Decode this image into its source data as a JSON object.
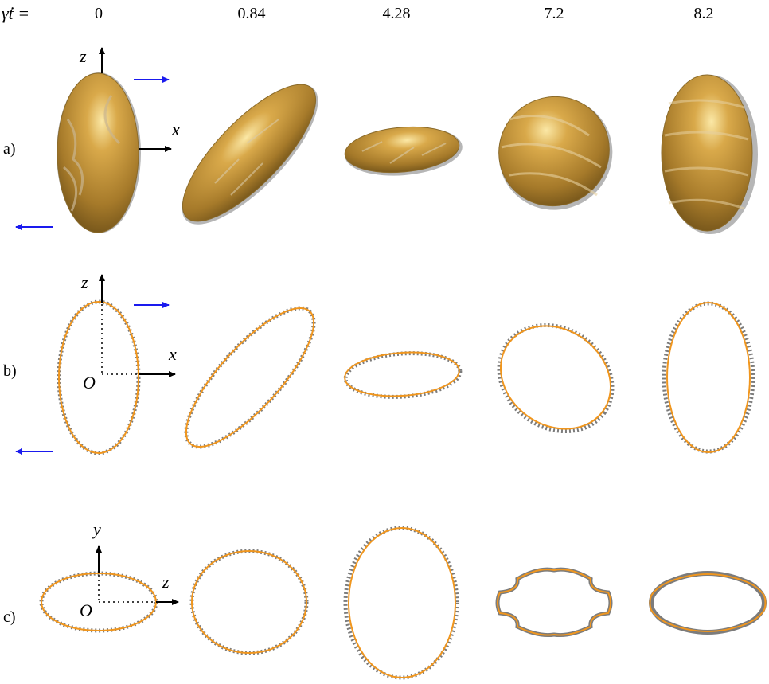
{
  "header": {
    "time_label": "γ̇t =",
    "times": [
      "0",
      "0.84",
      "4.28",
      "7.2",
      "8.2"
    ]
  },
  "rows": [
    {
      "label": "a)"
    },
    {
      "label": "b)"
    },
    {
      "label": "c)"
    }
  ],
  "axes": {
    "x": "x",
    "y": "y",
    "z": "z",
    "origin": "O"
  },
  "colors": {
    "particle": "#b8892e",
    "particle_light": "#e8c470",
    "particle_dark": "#7a5a1c",
    "outline_orange": "#f0961e",
    "outline_gray": "#7c7c7c",
    "shear_arrow": "#1a1aee",
    "axis": "#000000"
  }
}
